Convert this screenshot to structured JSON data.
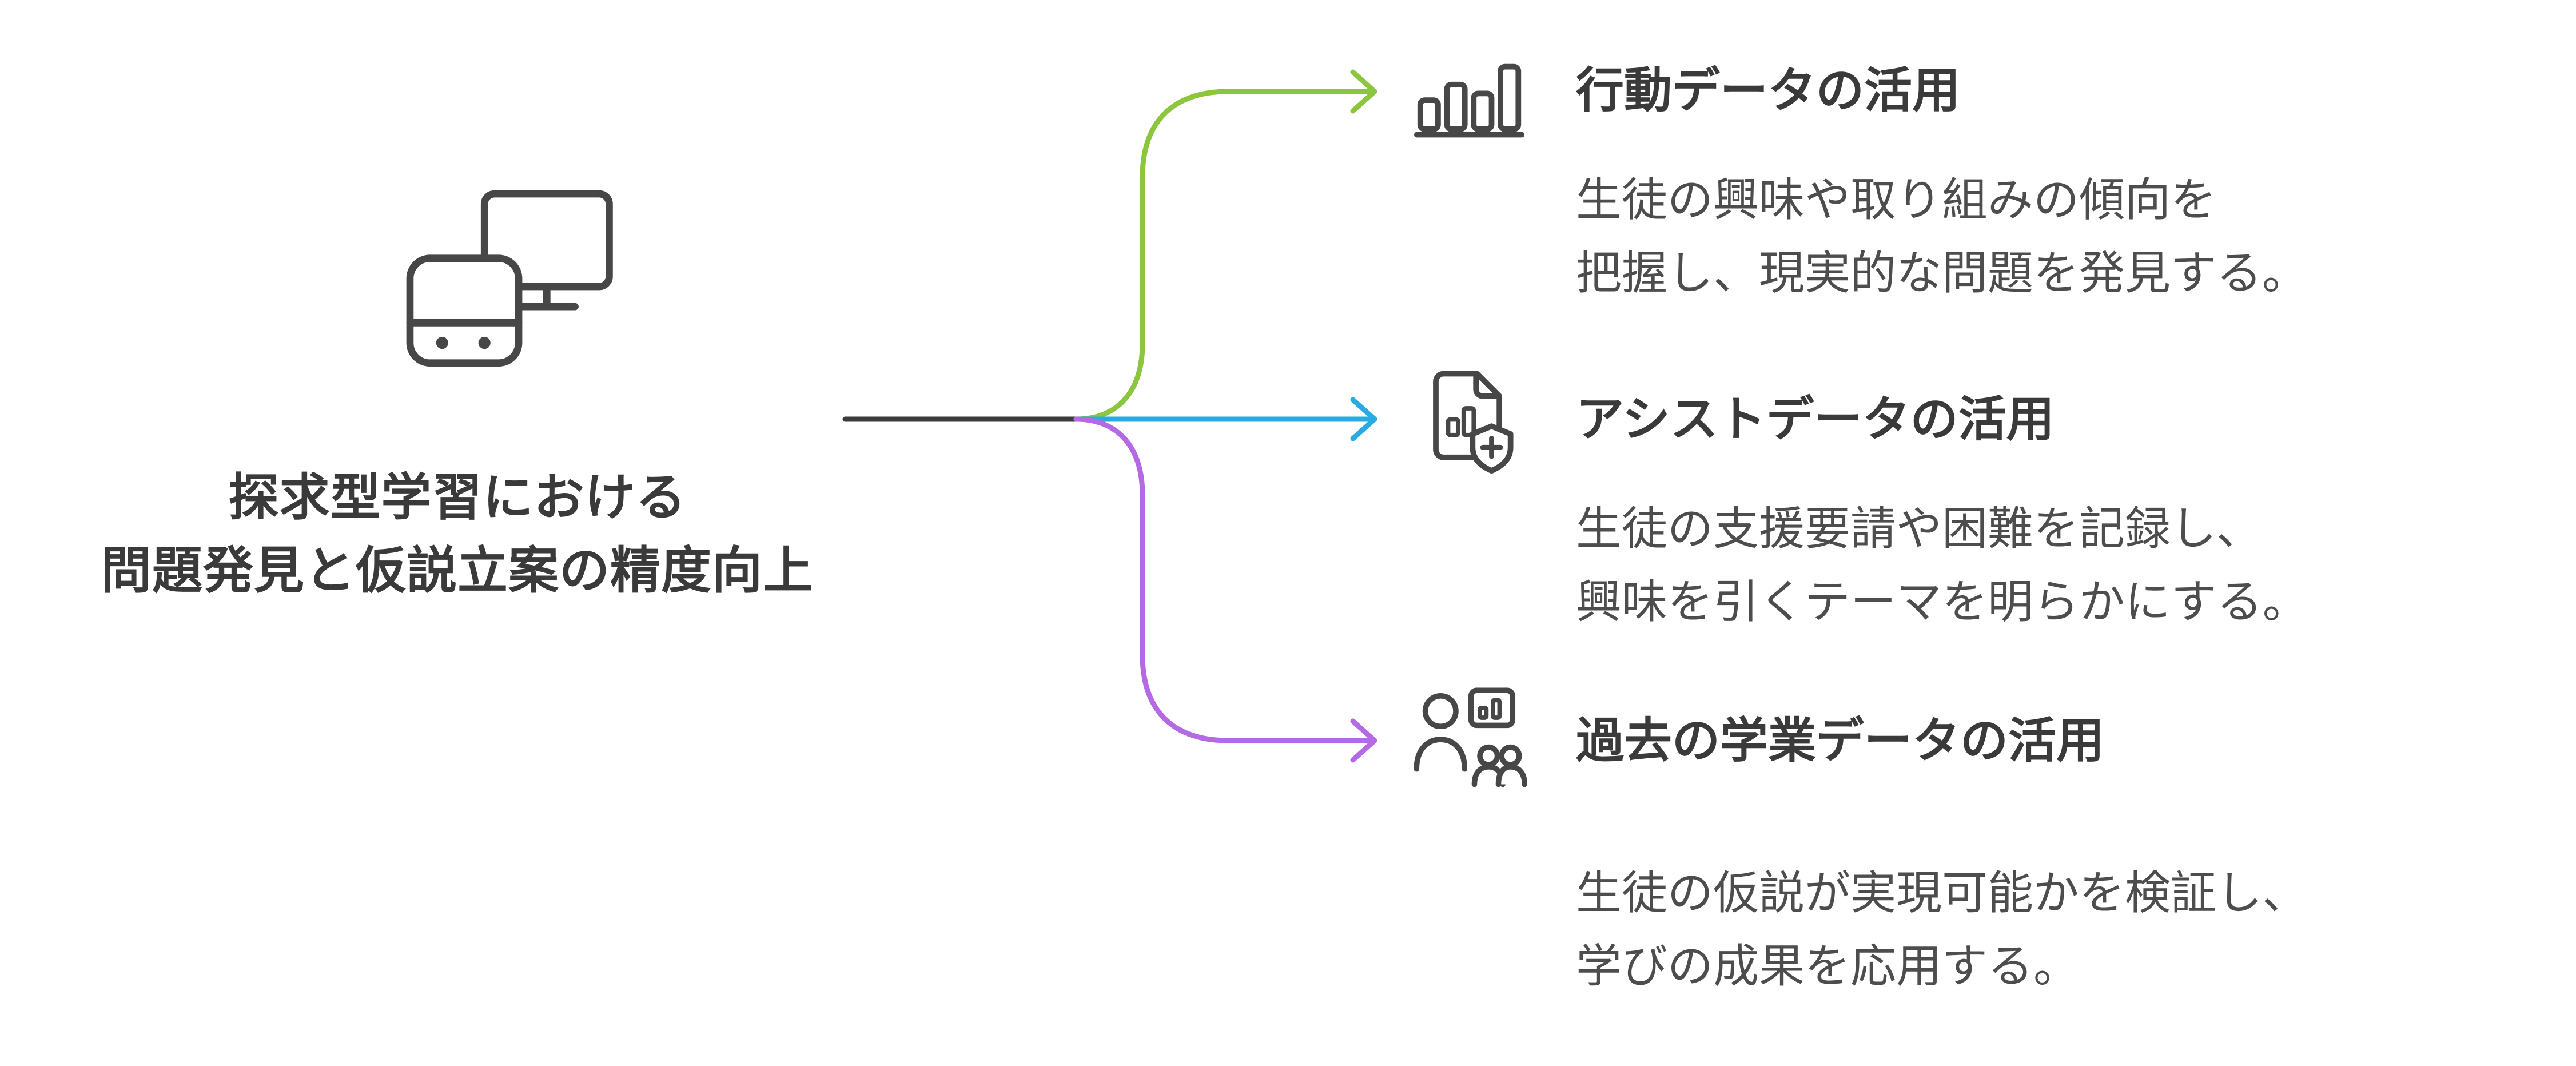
{
  "colors": {
    "background": "#FFFFFF",
    "line": "#3C3C3C",
    "title_text": "#3A3A3A",
    "body_text": "#4D4D4D",
    "icon": "#474747"
  },
  "root": {
    "title_line1": "探求型学習における",
    "title_line2": "問題発見と仮説立案の精度向上",
    "icon": "computer-devices-icon"
  },
  "branches": [
    {
      "title": "行動データの活用",
      "color": "#8CC63F",
      "icon": "bar-chart-icon",
      "desc_line1": "生徒の興味や取り組みの傾向を",
      "desc_line2": "把握し、現実的な問題を発見する。"
    },
    {
      "title": "アシストデータの活用",
      "color": "#29ABE2",
      "icon": "document-add-shield-icon",
      "desc_line1": "生徒の支援要請や困難を記録し、",
      "desc_line2": "興味を引くテーマを明らかにする。"
    },
    {
      "title": "過去の学業データの活用",
      "color": "#B469E5",
      "icon": "people-chart-icon",
      "desc_line1": "生徒の仮説が実現可能かを検証し、",
      "desc_line2": "学びの成果を応用する。"
    }
  ]
}
